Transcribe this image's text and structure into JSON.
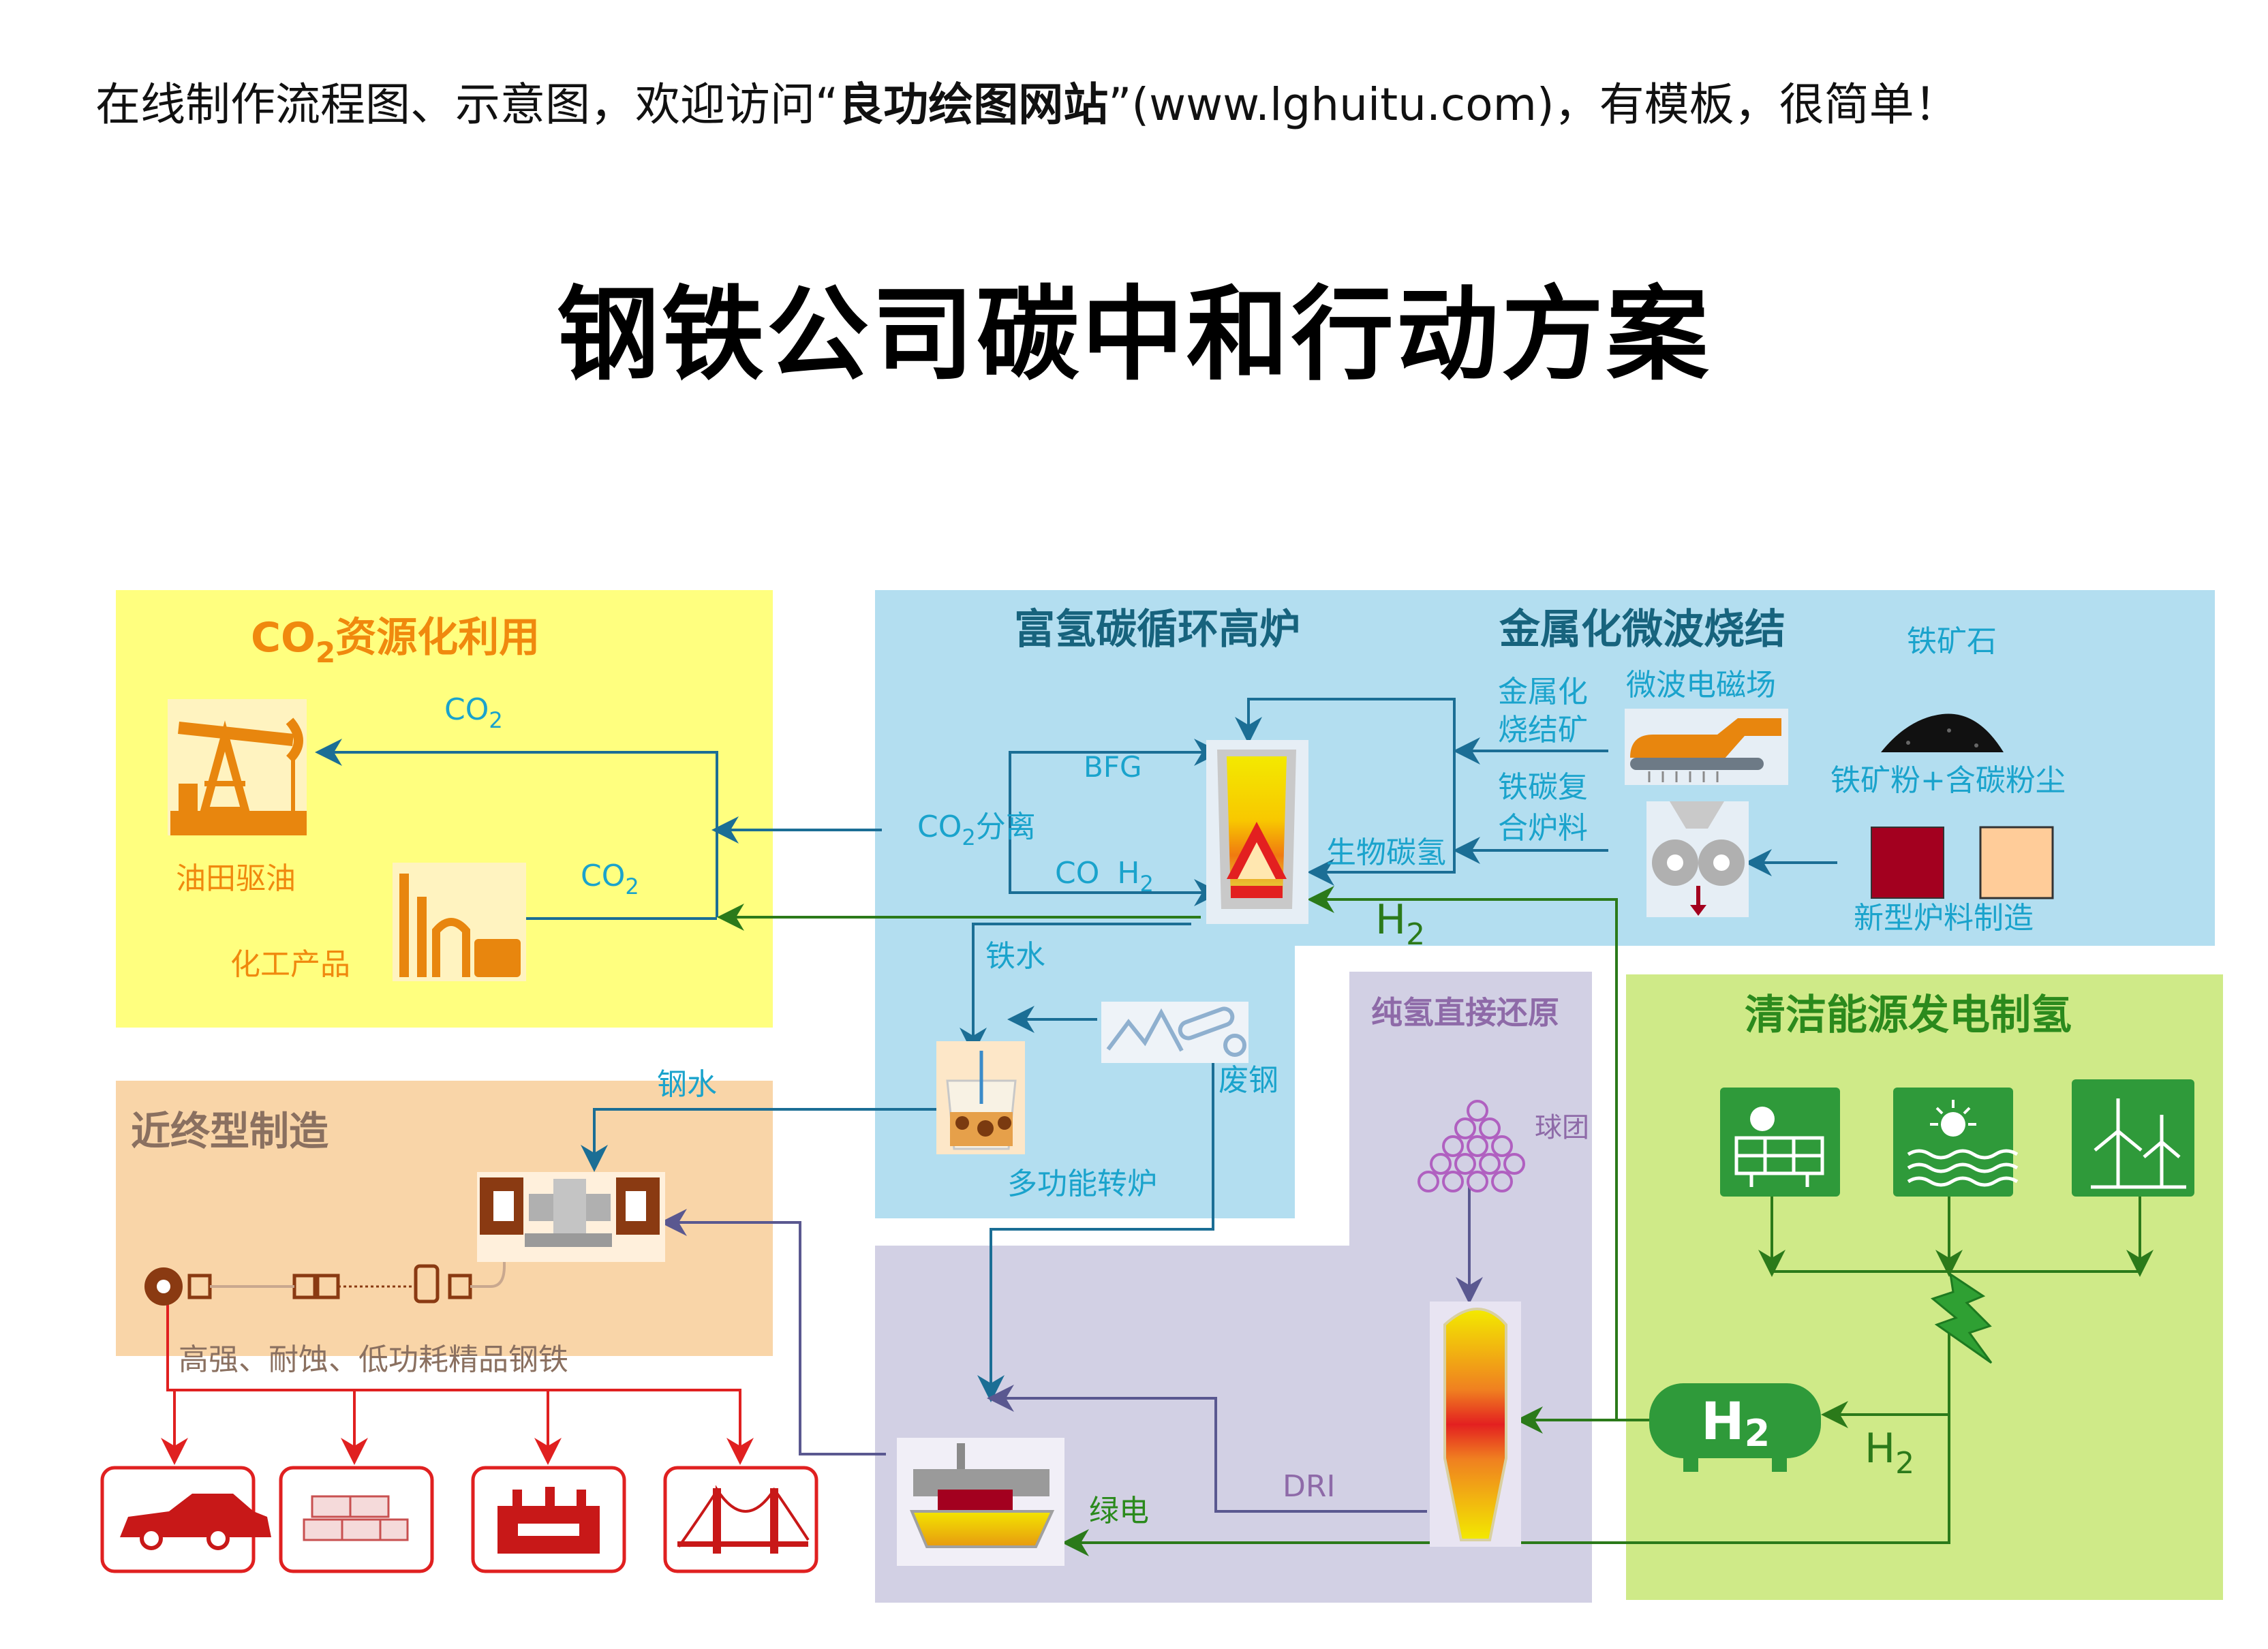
{
  "banner": {
    "prefix": "在线制作流程图、示意图，欢迎访问“",
    "site": "良功绘图网站",
    "suffix": "”(www.lghuitu.com)，有模板，很简单！"
  },
  "title": "钢铁公司碳中和行动方案",
  "colors": {
    "yellow_zone": "#ffff7f",
    "blue_zone": "#b3def0",
    "orange_zone": "#f9d5a8",
    "purple_zone": "#d2d0e4",
    "green_zone": "#cfea88",
    "orange_text": "#f0890e",
    "teal_heading": "#17637d",
    "cyan_text": "#1aa3cc",
    "green_heading": "#2b8a1d",
    "green_arrow": "#2b7a1a",
    "blue_arrow": "#1b6e95",
    "purple_arrow": "#5a5890",
    "red": "#e02020",
    "dark_red": "#a3001f",
    "peach": "#ffcc99",
    "brown": "#8a3a12"
  },
  "zones": {
    "co2_use": {
      "title_prefix": "CO",
      "title_sub": "2",
      "title_suffix": "资源化利用"
    },
    "blast_furnace": {
      "title": "富氢碳循环高炉"
    },
    "sinter": {
      "title": "金属化微波烧结"
    },
    "near_net": {
      "title": "近终型制造"
    },
    "hydrogen_reduction": {
      "title": "纯氢直接还原"
    },
    "clean_energy": {
      "title": "清洁能源发电制氢"
    }
  },
  "labels": {
    "co2_top": {
      "main": "CO",
      "sub": "2"
    },
    "co2_mid": {
      "main": "CO",
      "sub": "2"
    },
    "oilfield": "油田驱油",
    "chemical": "化工产品",
    "bfg": "BFG",
    "co2_sep": {
      "main": "CO",
      "sub": "2",
      "tail": "分离"
    },
    "co_h2": {
      "co": "CO",
      "h": "H",
      "sub": "2"
    },
    "h2_main": {
      "main": "H",
      "sub": "2"
    },
    "h2_right": {
      "main": "H",
      "sub": "2"
    },
    "metal_sinter_1": "金属化",
    "metal_sinter_2": "烧结矿",
    "fe_c_1": "铁碳复",
    "fe_c_2": "合炉料",
    "bio_ch": "生物碳氢",
    "microwave": "微波电磁场",
    "iron_ore": "铁矿石",
    "ore_powder": "铁矿粉+含碳粉尘",
    "new_charge": "新型炉料制造",
    "hot_metal": "铁水",
    "molten_steel": "钢水",
    "scrap": "废钢",
    "converter": "多功能转炉",
    "pellet": "球团",
    "dri": "DRI",
    "green_power": "绿电",
    "products": "高强、耐蚀、低功耗精品钢铁",
    "h2_tank": {
      "main": "H",
      "sub": "2"
    }
  },
  "icons": {
    "pumpjack": "oil-pumpjack-icon",
    "factory": "chemical-plant-icon",
    "blast_furnace": "blast-furnace-icon",
    "converter": "converter-icon",
    "scrap": "scrap-steel-icon",
    "sinter_machine": "microwave-sinter-icon",
    "roller": "roller-press-icon",
    "ore_pile": "ore-pile-icon",
    "pellets": "pellets-icon",
    "shaft_furnace": "shaft-furnace-icon",
    "eaf": "electric-arc-furnace-icon",
    "solar": "solar-panel-icon",
    "hydro": "wave-energy-icon",
    "wind": "wind-turbine-icon",
    "bolt": "lightning-icon",
    "h2_tank": "hydrogen-tank-icon",
    "car": "car-icon",
    "bricks": "building-material-icon",
    "transformer": "transformer-icon",
    "bridge": "bridge-icon",
    "caster": "continuous-caster-icon"
  }
}
